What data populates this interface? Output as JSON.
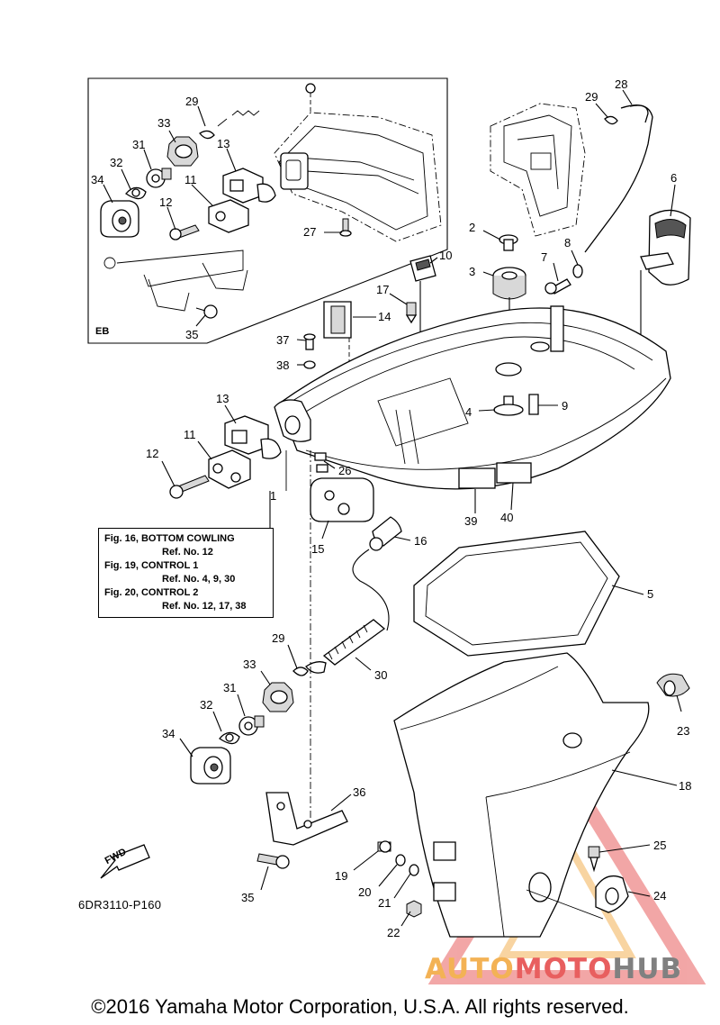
{
  "inset_label": "EB",
  "reference_box": {
    "lines": [
      {
        "main": "Fig. 16, BOTTOM COWLING",
        "ref": "Ref. No. 12"
      },
      {
        "main": "Fig. 19, CONTROL 1",
        "ref": "Ref. No. 4, 9, 30"
      },
      {
        "main": "Fig. 20, CONTROL 2",
        "ref": "Ref. No. 12, 17, 38"
      }
    ]
  },
  "fwd_label": "FWD",
  "diagram_code": "6DR3110-P160",
  "copyright": "©2016 Yamaha Motor Corporation, U.S.A. All rights reserved.",
  "watermark": {
    "part1": "AUTO",
    "part2": "MOTO",
    "part3": "HUB"
  },
  "callouts": {
    "c29a": "29",
    "c33a": "33",
    "c31a": "31",
    "c13a": "13",
    "c32a": "32",
    "c34a": "34",
    "c11a": "11",
    "c12a": "12",
    "c35a": "35",
    "c27": "27",
    "c29b": "29",
    "c28": "28",
    "c6": "6",
    "c2": "2",
    "c10": "10",
    "c3": "3",
    "c7": "7",
    "c8": "8",
    "c17": "17",
    "c14": "14",
    "c37": "37",
    "c38": "38",
    "c4": "4",
    "c9": "9",
    "c13b": "13",
    "c11b": "11",
    "c12b": "12",
    "c26": "26",
    "c1": "1",
    "c15": "15",
    "c16": "16",
    "c39": "39",
    "c40": "40",
    "c5": "5",
    "c29c": "29",
    "c30": "30",
    "c33b": "33",
    "c31b": "31",
    "c32b": "32",
    "c34b": "34",
    "c23": "23",
    "c18": "18",
    "c36": "36",
    "c25": "25",
    "c24": "24",
    "c19": "19",
    "c20": "20",
    "c21": "21",
    "c22": "22",
    "c35b": "35"
  }
}
